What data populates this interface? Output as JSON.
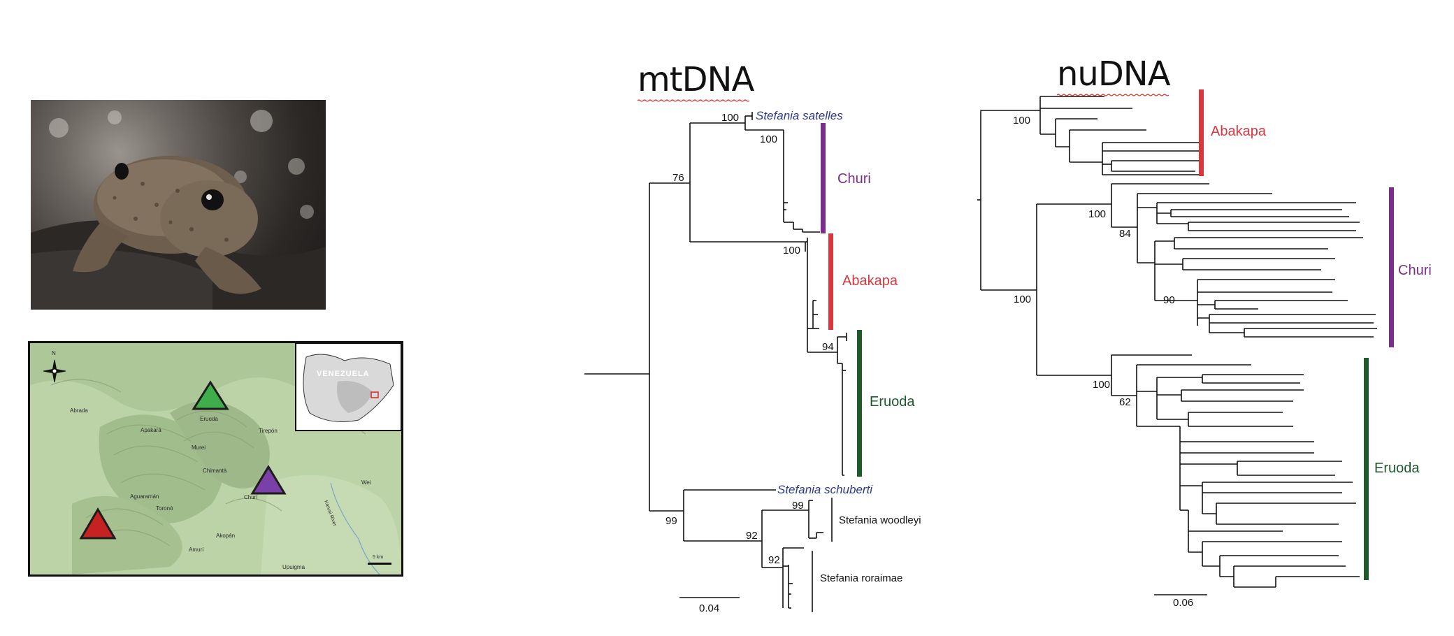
{
  "map": {
    "compass_label": "N",
    "inset_country": "VENEZUELA",
    "place_names": [
      "Abrada",
      "Apakará",
      "Eruoda",
      "Tirepón",
      "Murei",
      "Chimantá",
      "Aguaramán",
      "Toronó",
      "Churí",
      "Akopán",
      "Amurí",
      "Upuigma",
      "Wei",
      "Karuai River"
    ],
    "scale_text": "5 km",
    "markers": [
      {
        "site": "Eruoda",
        "color": "#3fae4a"
      },
      {
        "site": "Churí",
        "color": "#7b3fa8"
      },
      {
        "site": "Abakapa",
        "color": "#c62222"
      }
    ]
  },
  "mt_tree": {
    "title": "mtDNA",
    "support_values": [
      "100",
      "100",
      "76",
      "100",
      "94",
      "99",
      "99",
      "92",
      "92"
    ],
    "taxa": {
      "satelles": "Stefania satelles",
      "schuberti": "Stefania schuberti",
      "woodleyi": "Stefania woodleyi",
      "roraimae": "Stefania roraimae"
    },
    "clades": [
      {
        "name": "Churi",
        "color": "#7b2d8b"
      },
      {
        "name": "Abakapa",
        "color": "#d9363e"
      },
      {
        "name": "Eruoda",
        "color": "#1e5a2c"
      }
    ],
    "scale": "0.04"
  },
  "nu_tree": {
    "title": "nuDNA",
    "support_values": [
      "100",
      "100",
      "84",
      "90",
      "100",
      "100",
      "62"
    ],
    "clades": [
      {
        "name": "Abakapa",
        "color": "#d9363e"
      },
      {
        "name": "Churi",
        "color": "#7b2d8b"
      },
      {
        "name": "Eruoda",
        "color": "#1e5a2c"
      }
    ],
    "scale": "0.06"
  }
}
